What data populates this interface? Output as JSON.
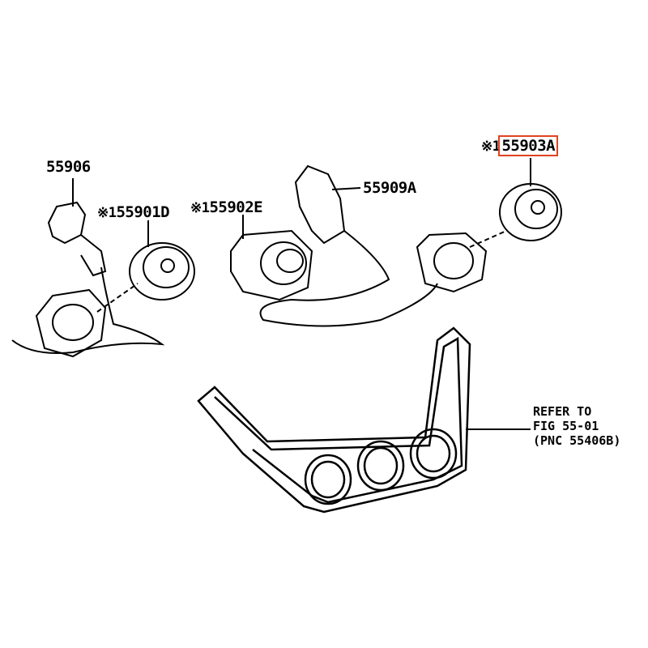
{
  "labels": {
    "p55906": "55906",
    "p55901d_prefix": "※1",
    "p55901d": "55901D",
    "p55902e_prefix": "※1",
    "p55902e": "55902E",
    "p55909a": "55909A",
    "p55903a_prefix": "※1",
    "p55903a": "55903A"
  },
  "reference": {
    "line1": "REFER TO",
    "line2": "FIG 55-01",
    "line3": "(PNC 55406B)"
  },
  "colors": {
    "highlight": "#e0431f",
    "ink": "#000000"
  }
}
